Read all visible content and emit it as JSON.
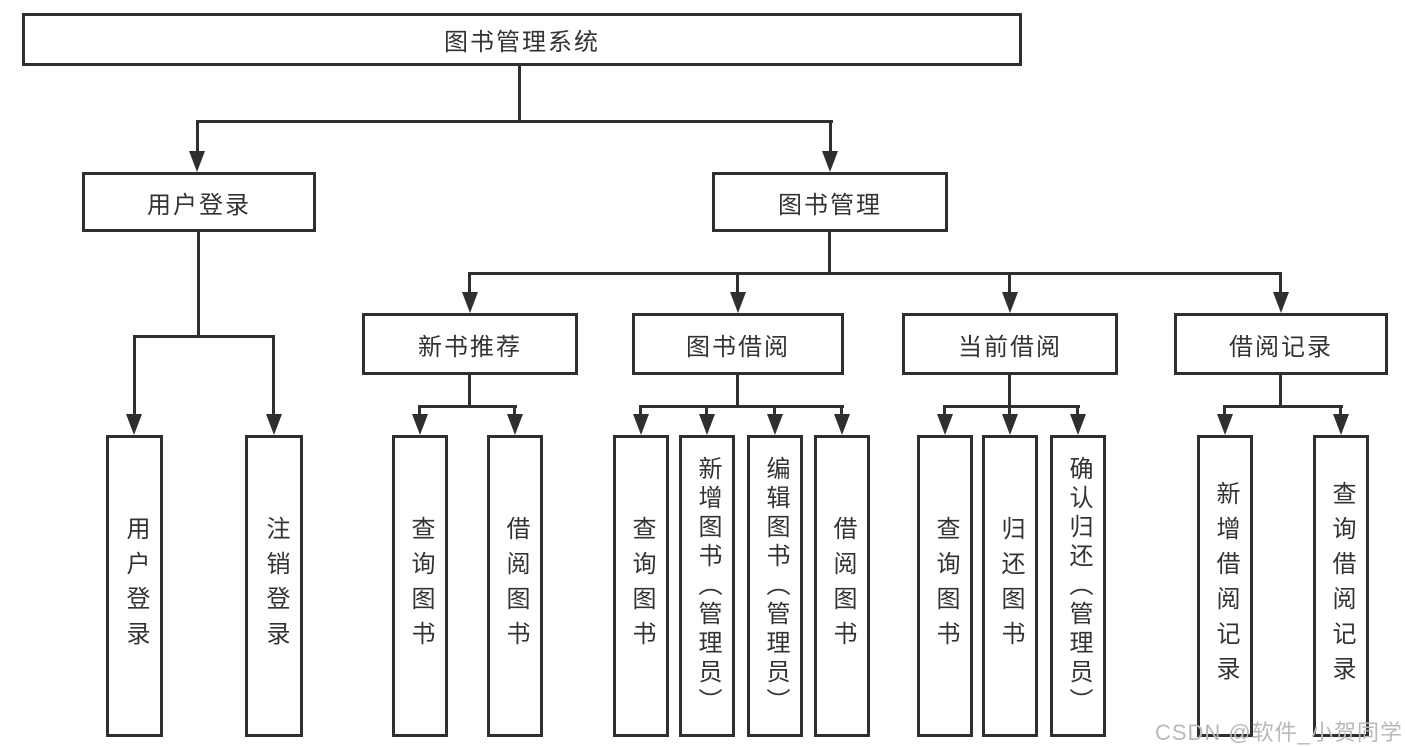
{
  "diagram": {
    "root_label": "图书管理系统",
    "branches": {
      "user_login": {
        "label": "用户登录",
        "children": [
          "用户登录",
          "注销登录"
        ]
      },
      "book_mgmt": {
        "label": "图书管理",
        "sections": {
          "new_book_rec": {
            "label": "新书推荐",
            "children": [
              "查询图书",
              "借阅图书"
            ]
          },
          "book_borrow": {
            "label": "图书借阅",
            "children": [
              "查询图书",
              "新增图书（管理员）",
              "编辑图书（管理员）",
              "借阅图书"
            ]
          },
          "current_borrow": {
            "label": "当前借阅",
            "children": [
              "查询图书",
              "归还图书",
              "确认归还（管理员）"
            ]
          },
          "borrow_record": {
            "label": "借阅记录",
            "children": [
              "新增借阅记录",
              "查询借阅记录"
            ]
          }
        }
      }
    }
  },
  "watermark": {
    "text": "CSDN @软件_小贺同学",
    "color": "#b9b9b9"
  },
  "colors": {
    "line": "#2f2f2f",
    "text": "#333333",
    "background": "#ffffff",
    "box_fill": "#ffffff"
  }
}
